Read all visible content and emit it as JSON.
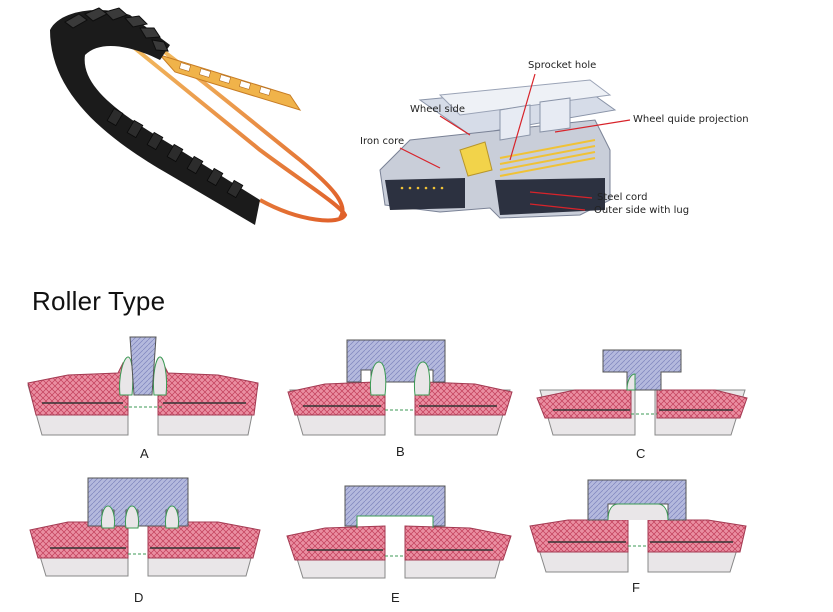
{
  "callouts": {
    "sprocket_hole": "Sprocket hole",
    "wheel_side": "Wheel side",
    "wheel_guide_projection": "Wheel quide projection",
    "iron_core": "Iron core",
    "steel_cord": "Steel cord",
    "outer_side": "Outer side with lug"
  },
  "section_title": "Roller Type",
  "panels": [
    {
      "id": "A",
      "label": "A"
    },
    {
      "id": "B",
      "label": "B"
    },
    {
      "id": "C",
      "label": "C"
    },
    {
      "id": "D",
      "label": "D"
    },
    {
      "id": "E",
      "label": "E"
    },
    {
      "id": "F",
      "label": "F"
    }
  ],
  "colors": {
    "rubber_pink": "#e8859a",
    "rubber_hatch": "#c8465f",
    "base_gray": "#e9e6e8",
    "roller_blue": "#aab0d8",
    "roller_hatch": "#7b84bb",
    "core_green": "#3c9a55",
    "callout_arrow": "#d8232a"
  }
}
